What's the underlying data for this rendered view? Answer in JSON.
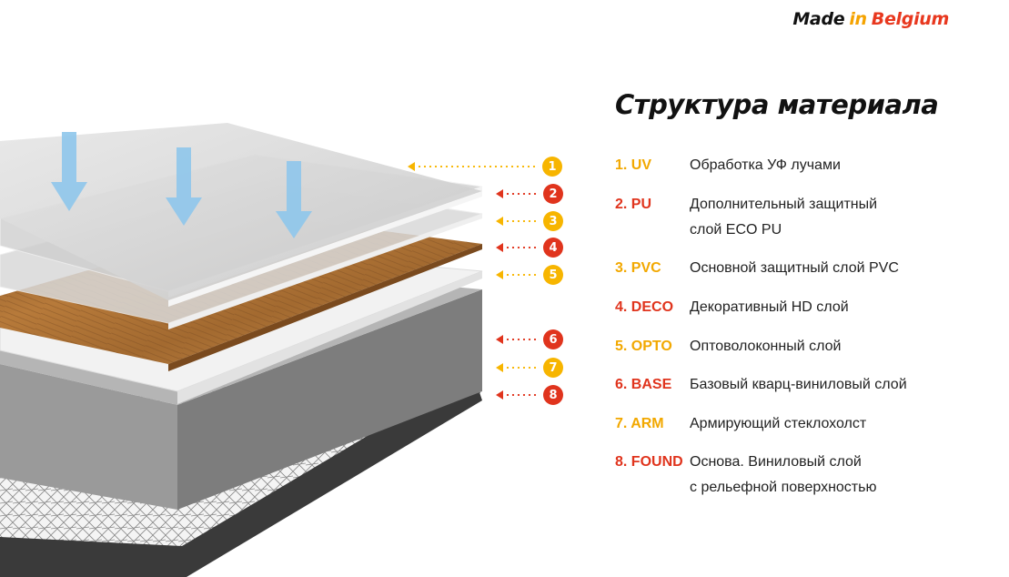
{
  "brand": {
    "made": "Made",
    "in": "in",
    "country": "Belgium"
  },
  "title": "Структура материала",
  "colors": {
    "yellow": "#f2a800",
    "red": "#e0341d",
    "arrows": "#8fc7ec"
  },
  "markers": [
    {
      "num": "1",
      "color": "yellow"
    },
    {
      "num": "2",
      "color": "red"
    },
    {
      "num": "3",
      "color": "yellow"
    },
    {
      "num": "4",
      "color": "red"
    },
    {
      "num": "5",
      "color": "yellow"
    },
    {
      "num": "6",
      "color": "red"
    },
    {
      "num": "7",
      "color": "yellow"
    },
    {
      "num": "8",
      "color": "red"
    }
  ],
  "layers": [
    {
      "code": "1. UV",
      "color": "yellow",
      "desc": "Обработка УФ лучами"
    },
    {
      "code": "2. PU",
      "color": "red",
      "desc": "Дополнительный защитный\nслой ECO PU"
    },
    {
      "code": "3. PVC",
      "color": "yellow",
      "desc": "Основной защитный слой PVC"
    },
    {
      "code": "4. DECO",
      "color": "red",
      "desc": "Декоративный HD слой"
    },
    {
      "code": "5. OPTO",
      "color": "yellow",
      "desc": "Оптоволоконный слой"
    },
    {
      "code": "6. BASE",
      "color": "red",
      "desc": "Базовый кварц-виниловый слой"
    },
    {
      "code": "7. ARM",
      "color": "yellow",
      "desc": "Армирующий стеклохолст"
    },
    {
      "code": "8. FOUND",
      "color": "red",
      "desc": "Основа. Виниловый слой\nс рельефной поверхностью"
    }
  ]
}
